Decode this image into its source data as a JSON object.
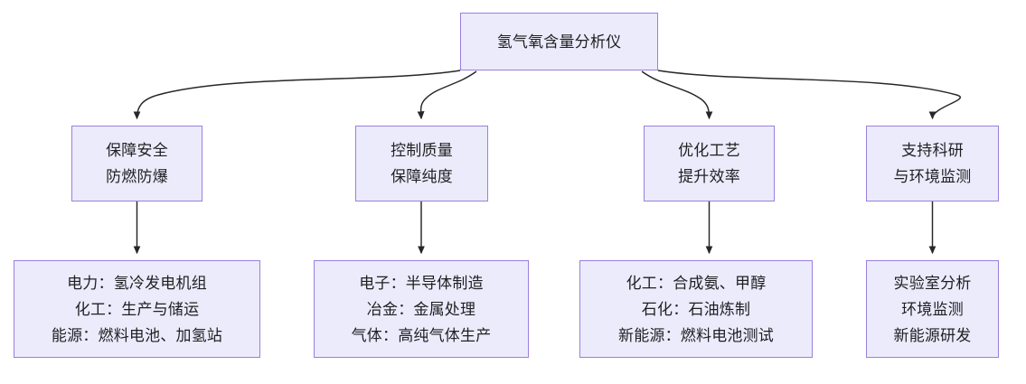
{
  "diagram": {
    "type": "tree-flowchart",
    "orientation": "top-down",
    "levels": 3,
    "colors": {
      "node_fill": "#ECEBFB",
      "node_border": "#9B7FDE",
      "edge": "#26262B",
      "text": "#1F1F23",
      "background": "#FFFFFF"
    },
    "root": {
      "id": "root",
      "lines": [
        "氢气氧含量分析仪"
      ]
    },
    "level2": [
      {
        "id": "l2-0",
        "lines": [
          "保障安全",
          "防燃防爆"
        ]
      },
      {
        "id": "l2-1",
        "lines": [
          "控制质量",
          "保障纯度"
        ]
      },
      {
        "id": "l2-2",
        "lines": [
          "优化工艺",
          "提升效率"
        ]
      },
      {
        "id": "l2-3",
        "lines": [
          "支持科研",
          "与环境监测"
        ]
      }
    ],
    "level3": [
      {
        "id": "l3-0",
        "lines": [
          "电力：氢冷发电机组",
          "化工：生产与储运",
          "能源：燃料电池、加氢站"
        ]
      },
      {
        "id": "l3-1",
        "lines": [
          "电子：半导体制造",
          "冶金：金属处理",
          "气体：高纯气体生产"
        ]
      },
      {
        "id": "l3-2",
        "lines": [
          "化工：合成氨、甲醇",
          "石化：石油炼制",
          "新能源：燃料电池测试"
        ]
      },
      {
        "id": "l3-3",
        "lines": [
          "实验室分析",
          "环境监测",
          "新能源研发"
        ]
      }
    ],
    "edges": [
      {
        "from": "root",
        "to": "l2-0",
        "style": "curved-arrow"
      },
      {
        "from": "root",
        "to": "l2-1",
        "style": "curved-arrow"
      },
      {
        "from": "root",
        "to": "l2-2",
        "style": "curved-arrow"
      },
      {
        "from": "root",
        "to": "l2-3",
        "style": "curved-arrow"
      },
      {
        "from": "l2-0",
        "to": "l3-0",
        "style": "straight-arrow"
      },
      {
        "from": "l2-1",
        "to": "l3-1",
        "style": "straight-arrow"
      },
      {
        "from": "l2-2",
        "to": "l3-2",
        "style": "straight-arrow"
      },
      {
        "from": "l2-3",
        "to": "l3-3",
        "style": "straight-arrow"
      }
    ]
  }
}
